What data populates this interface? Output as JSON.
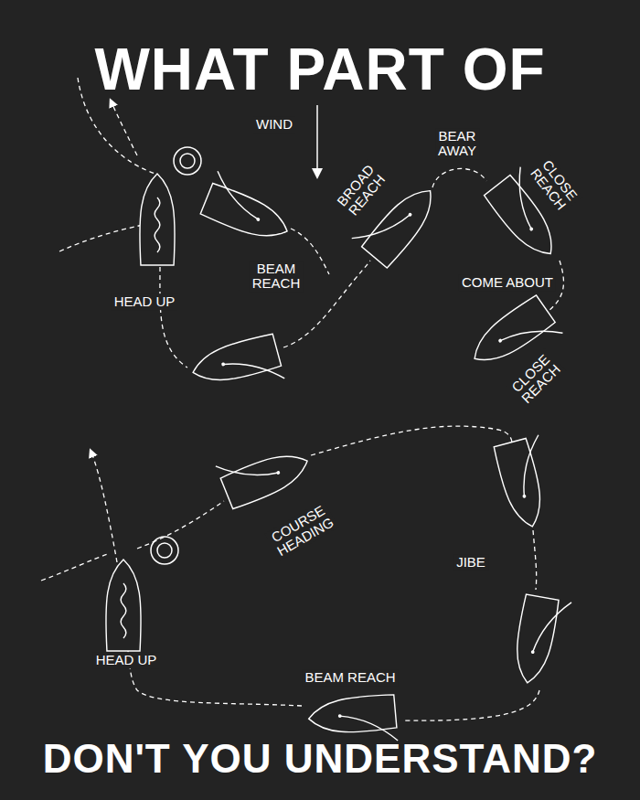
{
  "diagram": {
    "title": "WHAT PART OF",
    "caption": "DON'T YOU UNDERSTAND?",
    "labels": [
      "WIND",
      "BEAR AWAY",
      "BROAD REACH",
      "CLOSE REACH",
      "BEAM REACH",
      "HEAD UP",
      "COME ABOUT",
      "CLOSE REACH",
      "COURSE HEADING",
      "JIBE",
      "HEAD UP",
      "BEAM REACH"
    ]
  }
}
